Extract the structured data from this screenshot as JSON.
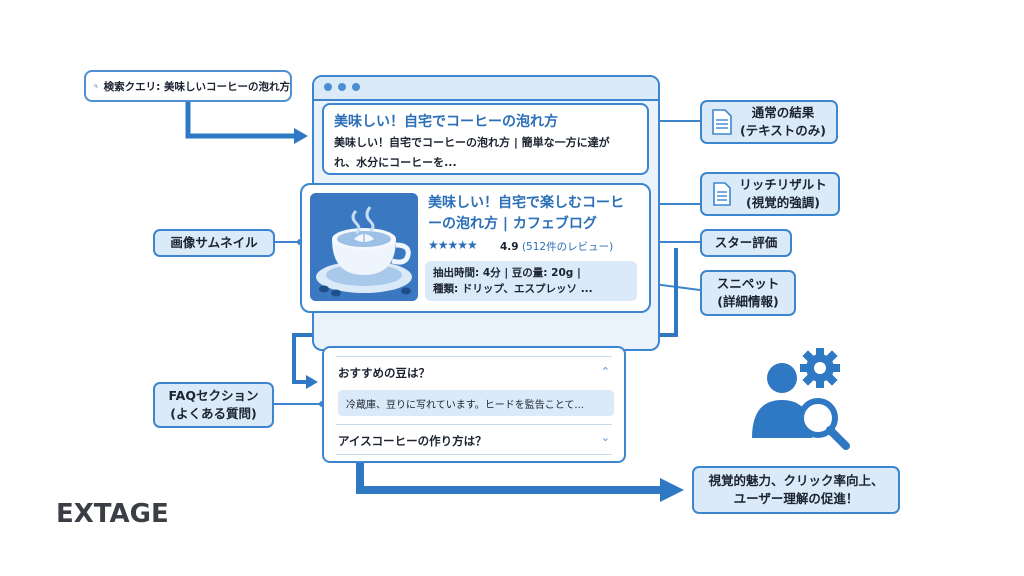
{
  "search": {
    "label": "検索クエリ: 美味しいコーヒーの泡れ方",
    "icon": "search-icon"
  },
  "normal_result": {
    "title": "美味しい！自宅でコーヒーの泡れ方",
    "desc_line1": "美味しい！自宅でコーヒーの泡れ方 | 簡単な一方に達が",
    "desc_line2": "れ、水分にコーヒーを..."
  },
  "rich_result": {
    "title_line1": "美味しい！自宅で楽しむコーヒ",
    "title_line2": "ーの泡れ方 | カフェブログ",
    "stars": "★★★★★",
    "rating_value": "4.9",
    "review_count": "(512件のレビュー)",
    "snippet_line1": "抽出時間: 4分 | 豆の量: 20g |",
    "snippet_line2": "種類: ドリップ、エスプレッソ ..."
  },
  "faq": {
    "q1": "おすすめの豆は？",
    "a1": "冷蔵庫、豆りに写れています。ヒードを監告ことて...",
    "q2": "アイスコーヒーの作り方は？"
  },
  "labels": {
    "normal_line1": "通常の結果",
    "normal_line2": "(テキストのみ)",
    "rich_line1": "リッチリザルト",
    "rich_line2": "(視覚的強調)",
    "thumbnail": "画像サムネイル",
    "star_rating": "スター評価",
    "snippet_line1": "スニペット",
    "snippet_line2": "(詳細情報)",
    "faq_line1": "FAQセクション",
    "faq_line2": "(よくある質問)",
    "benefit_line1": "視覚的魅力、クリック率向上、",
    "benefit_line2": "ユーザー理解の促進！"
  },
  "brand": {
    "logo": "EXTAGE"
  },
  "colors": {
    "accent": "#3d86cf",
    "fill": "#dbeaf8",
    "text": "#1b2330",
    "title": "#2b6fb8"
  }
}
